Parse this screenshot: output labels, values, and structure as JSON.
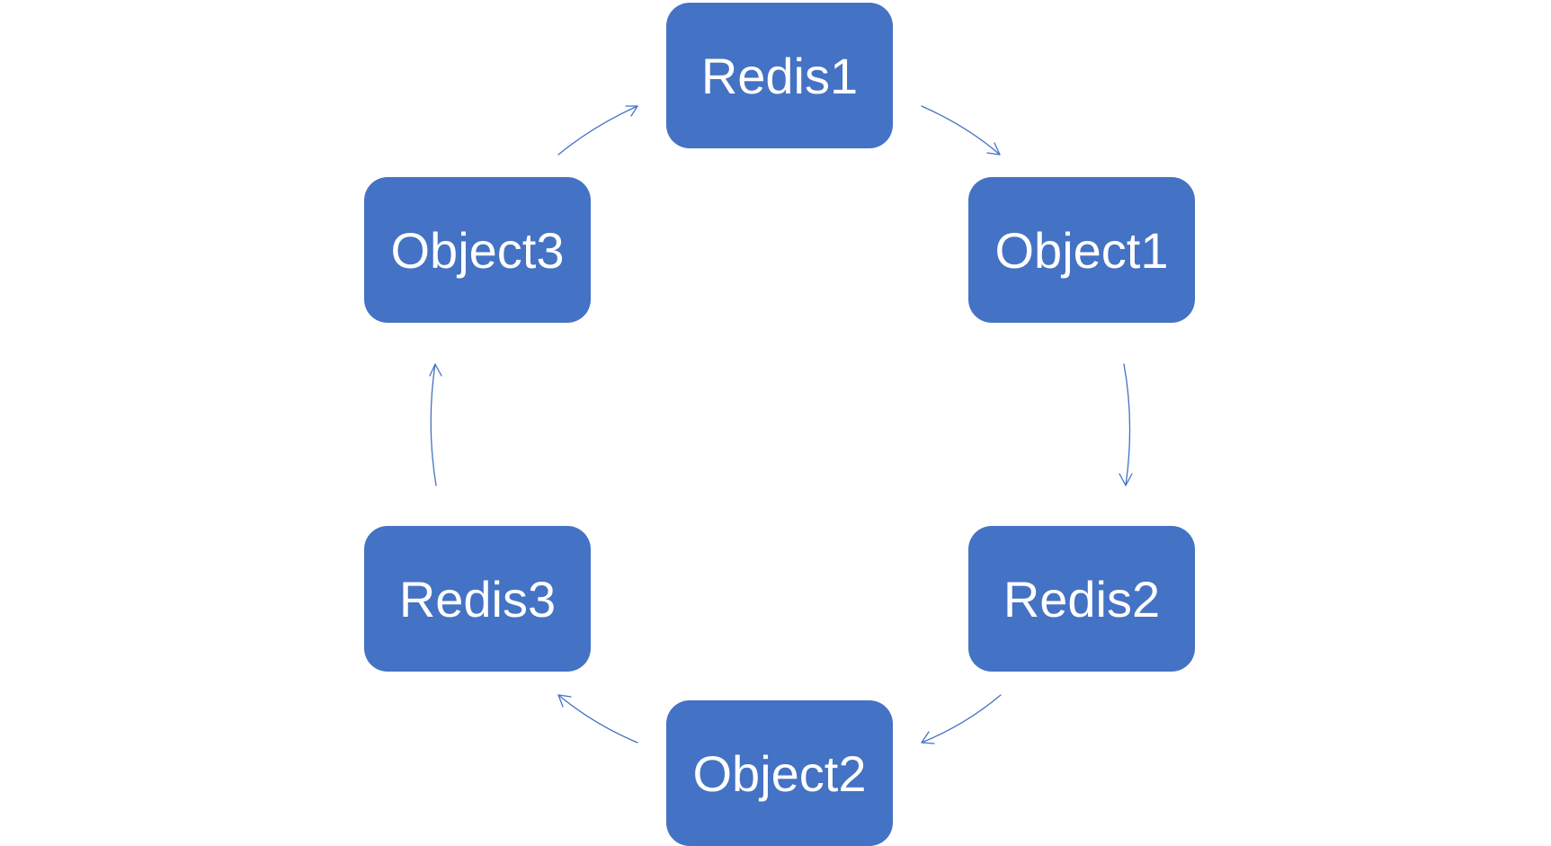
{
  "diagram": {
    "nodes": [
      {
        "id": "redis1",
        "label": "Redis1"
      },
      {
        "id": "object1",
        "label": "Object1"
      },
      {
        "id": "redis2",
        "label": "Redis2"
      },
      {
        "id": "object2",
        "label": "Object2"
      },
      {
        "id": "redis3",
        "label": "Redis3"
      },
      {
        "id": "object3",
        "label": "Object3"
      }
    ],
    "edges": [
      {
        "from": "redis1",
        "to": "object1"
      },
      {
        "from": "object1",
        "to": "redis2"
      },
      {
        "from": "redis2",
        "to": "object2"
      },
      {
        "from": "object2",
        "to": "redis3"
      },
      {
        "from": "redis3",
        "to": "object3"
      },
      {
        "from": "object3",
        "to": "redis1"
      }
    ],
    "colors": {
      "node_fill": "#4472c4",
      "node_text": "#ffffff",
      "edge": "#4472c4"
    }
  }
}
